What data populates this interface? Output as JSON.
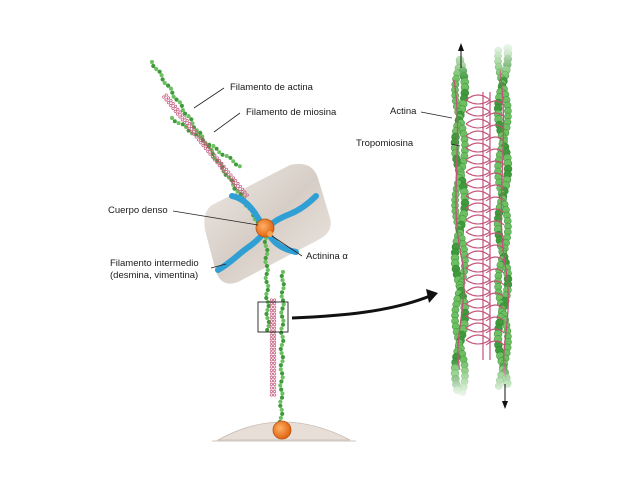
{
  "labels": {
    "actin_filament": "Filamento de actina",
    "myosin_filament": "Filamento de miosina",
    "dense_body": "Cuerpo denso",
    "alpha_actinin": "Actinina α",
    "intermediate_filament_line1": "Filamento intermedio",
    "intermediate_filament_line2": "(desmina, vimentina)",
    "actin": "Actina",
    "tropomyosin": "Tropomiosina"
  },
  "colors": {
    "actin_green": "#3f9a3b",
    "actin_light": "#6cc061",
    "myosin_pink": "#c3537a",
    "intermediate_blue": "#2f9fd4",
    "dense_body_orange": "#ee7a1f",
    "membrane_band": "#d9d2cb",
    "membrane_fill": "#e8ded8"
  }
}
